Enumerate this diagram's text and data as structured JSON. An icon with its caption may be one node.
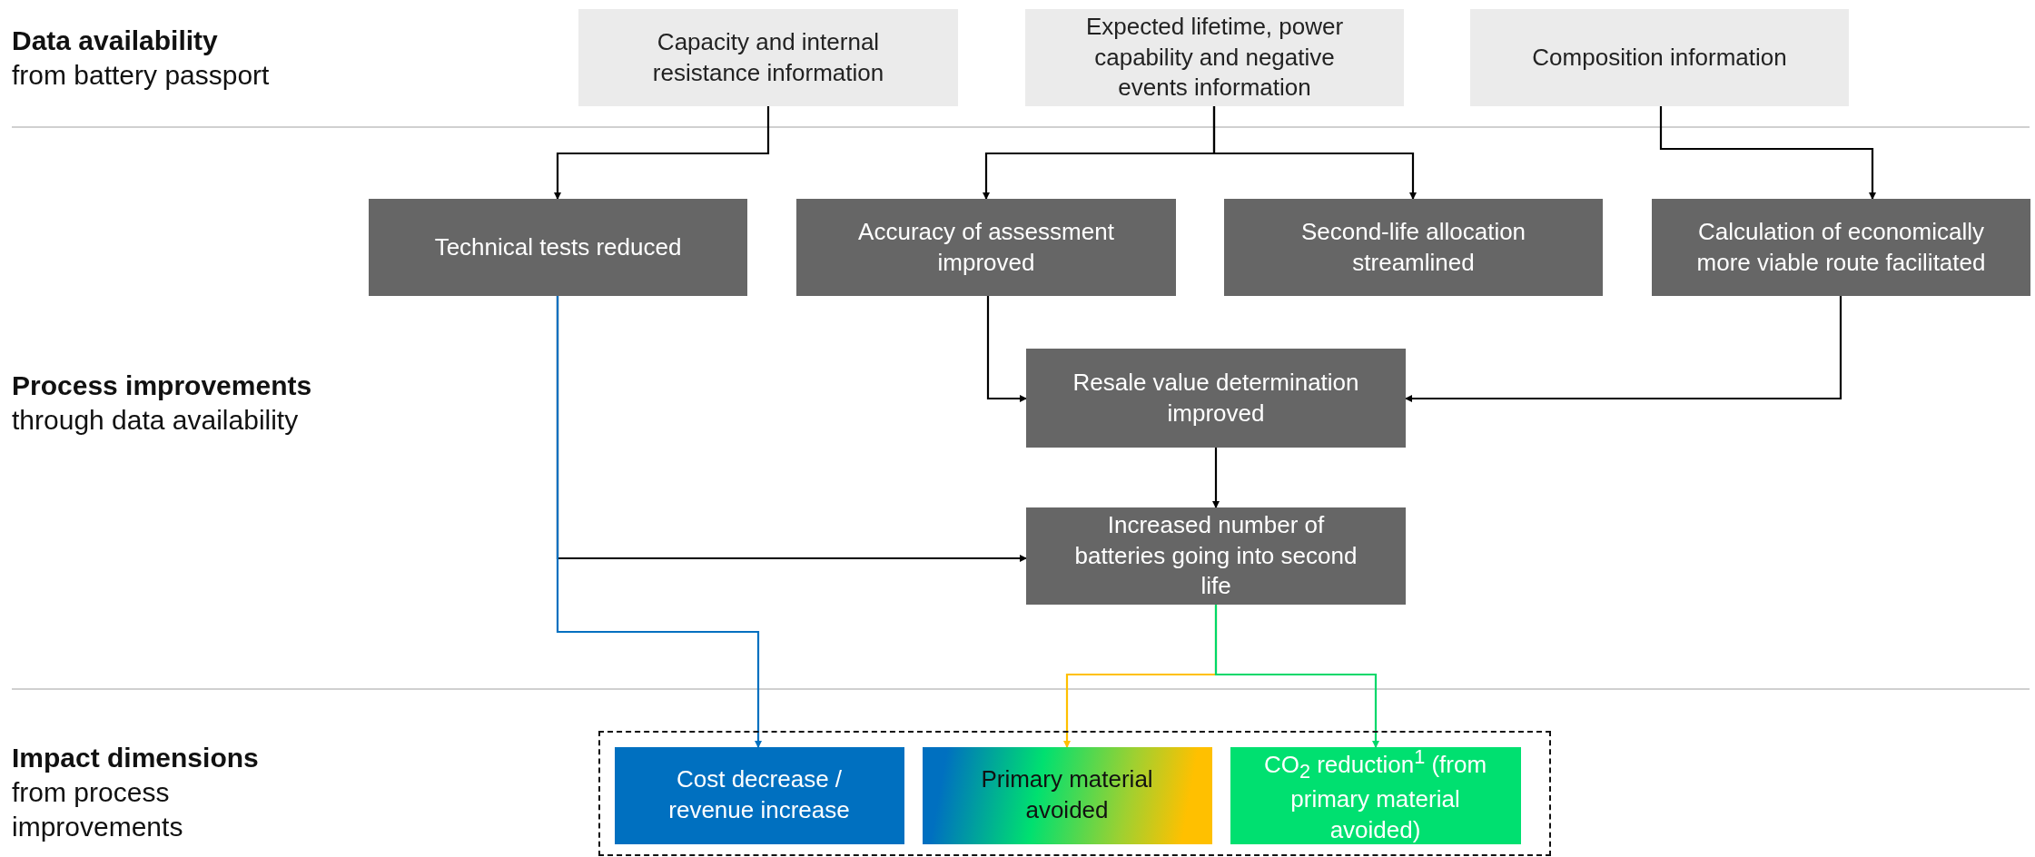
{
  "diagram": {
    "nodes": [
      {
        "text": [
          "Capacity and internal resistance information"
        ]
      },
      {
        "text": [
          "Expected lifetime, power capability and negative events information"
        ]
      },
      {
        "text": [
          "Composition information"
        ]
      },
      {
        "text": [
          "Technical tests reduced"
        ]
      },
      {
        "text": [
          "Accuracy of assessment improved"
        ]
      },
      {
        "text": [
          "Second-life allocation streamlined"
        ]
      },
      {
        "text": [
          "Calculation of economically more viable route facilitated"
        ]
      },
      {
        "text": [
          "Resale value determination improved"
        ]
      },
      {
        "text": [
          "Increased number of batteries going into second life"
        ]
      },
      {
        "text": [],
        "shape": "box"
      },
      {
        "text": [
          "Cost decrease / revenue increase"
        ],
        "in": 9
      },
      {
        "text": [
          "Primary material avoided"
        ],
        "in": 9
      },
      {
        "text": [
          "CO$_{2}$ reduction$^{1}$ (from primary material avoided)"
        ],
        "in": 9
      }
    ],
    "edges": [
      {
        "from": 0,
        "to": 3,
        "arrow": "to"
      },
      {
        "from": 1,
        "to": 4,
        "arrow": "to"
      },
      {
        "from": 1,
        "to": 5,
        "arrow": "to"
      },
      {
        "from": 2,
        "to": 6,
        "arrow": "to"
      },
      {
        "from": 4,
        "to": 7,
        "arrow": "to"
      },
      {
        "from": 6,
        "to": 7,
        "arrow": "to"
      },
      {
        "from": 7,
        "to": 8,
        "arrow": "to"
      },
      {
        "from": 3,
        "to": 8,
        "arrow": "to"
      },
      {
        "from": 3,
        "to": 10,
        "arrow": "to",
        "color": "#0070c0"
      },
      {
        "from": 8,
        "to": 11,
        "arrow": "to",
        "color": "#ffc000"
      },
      {
        "from": 8,
        "to": 12,
        "arrow": "to",
        "color": "#00d86a"
      }
    ],
    "labels": [
      "Data availability",
      "from battery passport",
      "Process improvements",
      "through data availability",
      "Impact dimensions",
      "from process improvements"
    ]
  }
}
